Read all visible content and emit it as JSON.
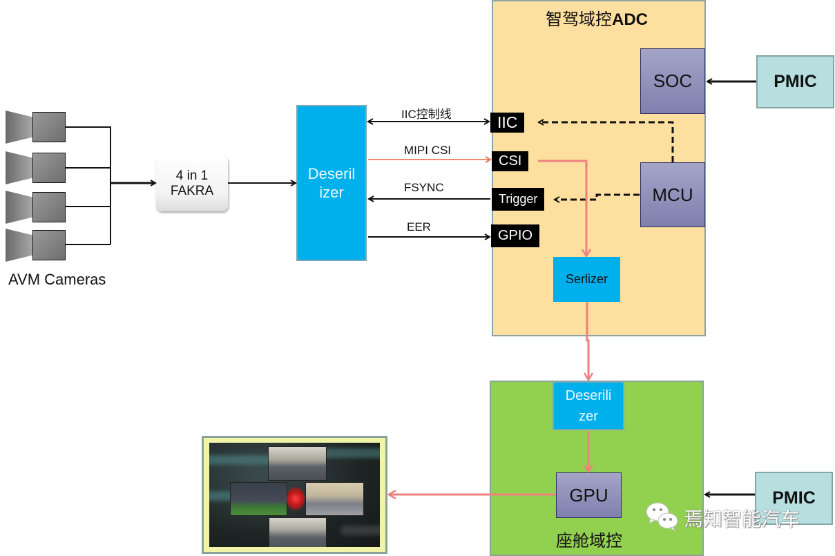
{
  "cameras": {
    "label": "AVM Cameras",
    "count": 4,
    "icon": "camera-icon"
  },
  "fakra": {
    "line1": "4 in 1",
    "line2": "FAKRA"
  },
  "deserializer_main": {
    "line1": "Deseril",
    "line2": "izer"
  },
  "links": [
    {
      "label": "IIC控制线",
      "direction": "bidirectional",
      "style": "solid",
      "color": "#111111"
    },
    {
      "label": "MIPI CSI",
      "direction": "to-adc",
      "style": "solid",
      "color": "#e8775a"
    },
    {
      "label": "FSYNC",
      "direction": "to-deserializer",
      "style": "solid",
      "color": "#111111"
    },
    {
      "label": "EER",
      "direction": "to-adc",
      "style": "solid",
      "color": "#111111"
    }
  ],
  "adc": {
    "title_cn": "智驾域控",
    "title_en": "ADC",
    "ports": {
      "iic": "IIC",
      "csi": "CSI",
      "trigger": "Trigger",
      "gpio": "GPIO"
    },
    "soc": "SOC",
    "mcu": "MCU",
    "serializer": "Serlizer",
    "pmic": "PMIC"
  },
  "cabin": {
    "title": "座舱域控",
    "deserializer": {
      "line1": "Deserili",
      "line2": "zer"
    },
    "gpu": "GPU",
    "pmic": "PMIC"
  },
  "display": {
    "icon": "surround-view-display-image"
  },
  "watermark": {
    "text": "焉知智能汽车",
    "icon": "wechat-icon"
  },
  "colors": {
    "adc_bg": "#fddf9f",
    "cabin_bg": "#92d050",
    "deserializer": "#00b0ec",
    "chip": "#8f90bb",
    "pmic": "#b7dfe0",
    "video_line": "#f08080",
    "port_bg": "#000000"
  }
}
